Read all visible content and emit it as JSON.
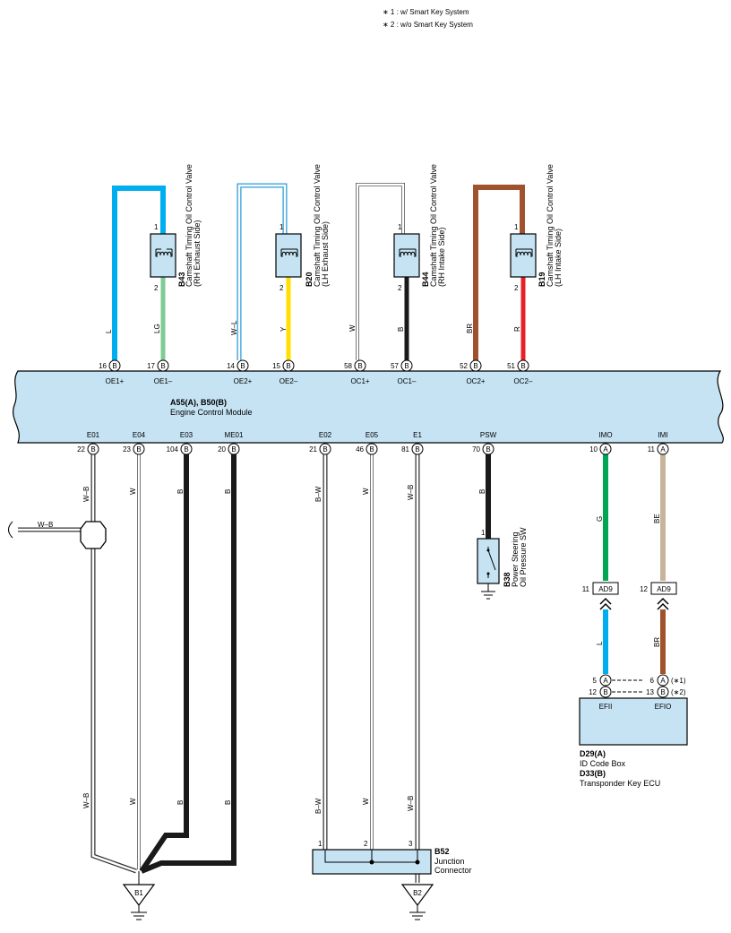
{
  "notes": {
    "n1": "∗ 1 : w/ Smart Key System",
    "n2": "∗ 2 : w/o Smart Key System"
  },
  "ecm": {
    "code": "A55(A), B50(B)",
    "name": "Engine Control Module",
    "top_pins": [
      {
        "num": "16",
        "conn": "B",
        "label": "OE1+"
      },
      {
        "num": "17",
        "conn": "B",
        "label": "OE1–"
      },
      {
        "num": "14",
        "conn": "B",
        "label": "OE2+"
      },
      {
        "num": "15",
        "conn": "B",
        "label": "OE2–"
      },
      {
        "num": "58",
        "conn": "B",
        "label": "OC1+"
      },
      {
        "num": "57",
        "conn": "B",
        "label": "OC1–"
      },
      {
        "num": "52",
        "conn": "B",
        "label": "OC2+"
      },
      {
        "num": "51",
        "conn": "B",
        "label": "OC2–"
      }
    ],
    "bottom_pins": [
      {
        "num": "22",
        "conn": "B",
        "label": "E01"
      },
      {
        "num": "23",
        "conn": "B",
        "label": "E04"
      },
      {
        "num": "104",
        "conn": "B",
        "label": "E03"
      },
      {
        "num": "20",
        "conn": "B",
        "label": "ME01"
      },
      {
        "num": "21",
        "conn": "B",
        "label": "E02"
      },
      {
        "num": "46",
        "conn": "B",
        "label": "E05"
      },
      {
        "num": "81",
        "conn": "B",
        "label": "E1"
      },
      {
        "num": "70",
        "conn": "B",
        "label": "PSW"
      },
      {
        "num": "10",
        "conn": "A",
        "label": "IMO"
      },
      {
        "num": "11",
        "conn": "A",
        "label": "IMI"
      }
    ]
  },
  "valves": [
    {
      "code": "B43",
      "line1": "Camshaft Timing Oil Control Valve",
      "line2": "(RH Exhaust Side)",
      "pin1": "1",
      "pin2": "2"
    },
    {
      "code": "B20",
      "line1": "Camshaft Timing Oil Control Valve",
      "line2": "(LH Exhaust Side)",
      "pin1": "1",
      "pin2": "2"
    },
    {
      "code": "B44",
      "line1": "Camshaft Timing Oil Control Valve",
      "line2": "(RH Intake Side)",
      "pin1": "1",
      "pin2": "2"
    },
    {
      "code": "B19",
      "line1": "Camshaft Timing Oil Control Valve",
      "line2": "(LH Intake Side)",
      "pin1": "1",
      "pin2": "2"
    }
  ],
  "wire_colors_top": [
    "L",
    "LG",
    "W–L",
    "Y",
    "W",
    "B",
    "BR",
    "R"
  ],
  "wire_colors_bottom": {
    "e01": "W–B",
    "e04": "W",
    "e03": "B",
    "me01": "B",
    "e02": "B–W",
    "e05": "W",
    "e1": "W–B",
    "psw": "B",
    "imo": "G",
    "imi": "BE",
    "splice_left": "W–B",
    "l_wire": "L",
    "br_wire": "BR",
    "e01_low": "W–B",
    "e04_low": "W",
    "e03_low": "B",
    "me01_low": "B",
    "e02_low": "B–W",
    "e05_low": "W",
    "e1_low": "W–B"
  },
  "psw_switch": {
    "code": "B38",
    "line1": "Power Steering",
    "line2": "Oil Pressure SW",
    "pin": "1"
  },
  "ad9": {
    "label": "AD9",
    "pin_left": "11",
    "pin_right": "12"
  },
  "id_box": {
    "pins": {
      "p5": "5",
      "p6": "6",
      "p12": "12",
      "p13": "13",
      "a": "A",
      "b": "B",
      "n1": "(∗1)",
      "n2": "(∗2)"
    },
    "efii": "EFII",
    "efio": "EFIO",
    "code1": "D29(A)",
    "name1": "ID Code Box",
    "code2": "D33(B)",
    "name2": "Transponder Key ECU"
  },
  "junction": {
    "code": "B52",
    "line1": "Junction",
    "line2": "Connector",
    "p1": "1",
    "p2": "2",
    "p3": "3"
  },
  "grounds": {
    "g1": "B1",
    "g2": "B2"
  },
  "colors": {
    "body_fill": "#c5e3f3",
    "blue": "#00aeef",
    "light_green": "#7ecb93",
    "yellow": "#ffe000",
    "black": "#1a1a1a",
    "brown": "#a0522d",
    "red": "#e8202a",
    "green": "#00a651",
    "beige": "#c8b49a"
  }
}
